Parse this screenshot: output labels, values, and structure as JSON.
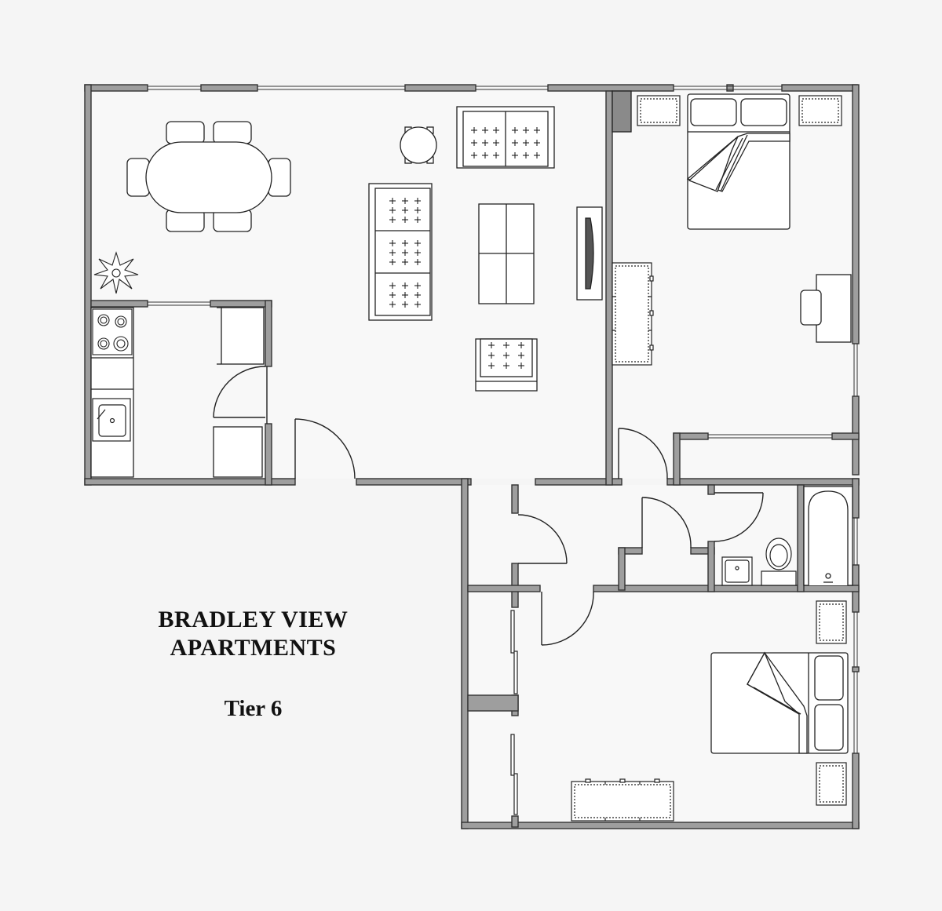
{
  "caption": {
    "title_line1": "BRADLEY VIEW",
    "title_line2": "APARTMENTS",
    "tier": "Tier 6"
  },
  "colors": {
    "background": "#f5f5f5",
    "wall_fill": "#9e9e9e",
    "wall_edge": "#333333",
    "furniture_stroke": "#222222",
    "furniture_fill": "#ffffff",
    "floor": "#f8f8f8"
  }
}
